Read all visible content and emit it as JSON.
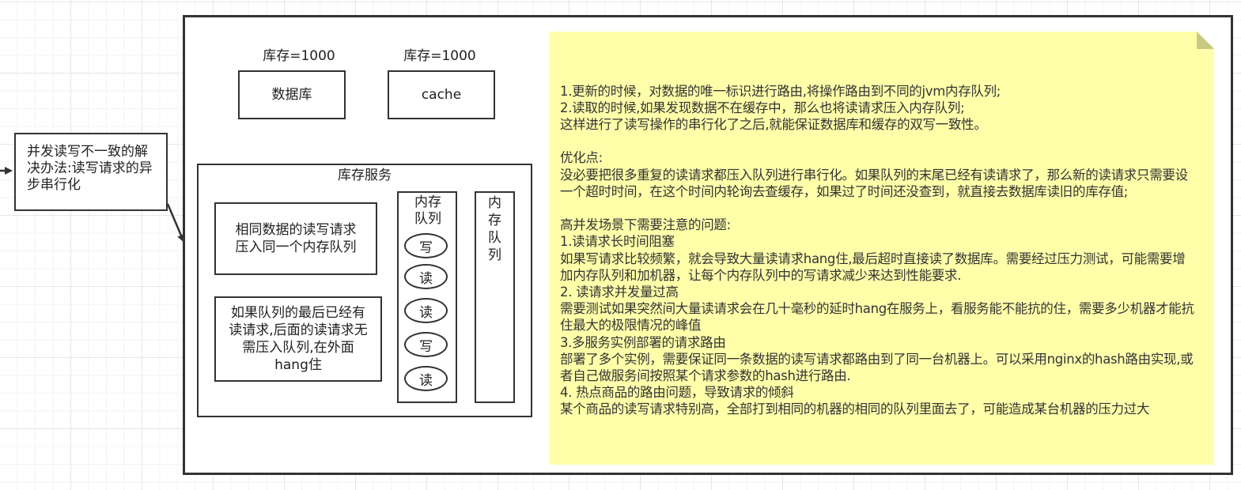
{
  "left_node": {
    "label": "并发读写不一致的解决办法:读写请求的异步串行化"
  },
  "diagram": {
    "db_stock_label": "库存=1000",
    "cache_stock_label": "库存=1000",
    "database_label": "数据库",
    "cache_label": "cache",
    "inventory_service_label": "库存服务",
    "same_data_box": "相同数据的读写请求压入同一个内存队列",
    "tail_read_box": "如果队列的最后已经有读请求,后面的读请求无需压入队列,在外面hang住",
    "queue1": {
      "title": "内存队列",
      "items": [
        "写",
        "读",
        "读",
        "写",
        "读"
      ]
    },
    "queue2": {
      "title": "内\n存\n队\n列"
    }
  },
  "note": {
    "text": "1.更新的时候，对数据的唯一标识进行路由,将操作路由到不同的jvm内存队列;\n2.读取的时候,如果发现数据不在缓存中，那么也将读请求压入内存队列;\n这样进行了读写操作的串行化了之后,就能保证数据库和缓存的双写一致性。\n\n优化点:\n没必要把很多重复的读请求都压入队列进行串行化。如果队列的末尾已经有读请求了，那么新的读请求只需要设一个超时时间，在这个时间内轮询去查缓存，如果过了时间还没查到，就直接去数据库读旧的库存值;\n\n高并发场景下需要注意的问题:\n1.读请求长时间阻塞\n如果写请求比较频繁，就会导致大量读请求hang住,最后超时直接读了数据库。需要经过压力测试，可能需要增加内存队列和加机器，让每个内存队列中的写请求减少来达到性能要求.\n2. 读请求并发量过高\n需要测试如果突然间大量读请求会在几十毫秒的延时hang在服务上，看服务能不能抗的住，需要多少机器才能抗住最大的极限情况的峰值\n3.多服务实例部署的请求路由\n部署了多个实例，需要保证同一条数据的读写请求都路由到了同一台机器上。可以采用nginx的hash路由实现,或者自己做服务间按照某个请求参数的hash进行路由.\n4. 热点商品的路由问题，导致请求的倾斜\n某个商品的读写请求特别高，全部打到相同的机器的相同的队列里面去了，可能造成某台机器的压力过大",
    "background": "#ffffaa"
  }
}
